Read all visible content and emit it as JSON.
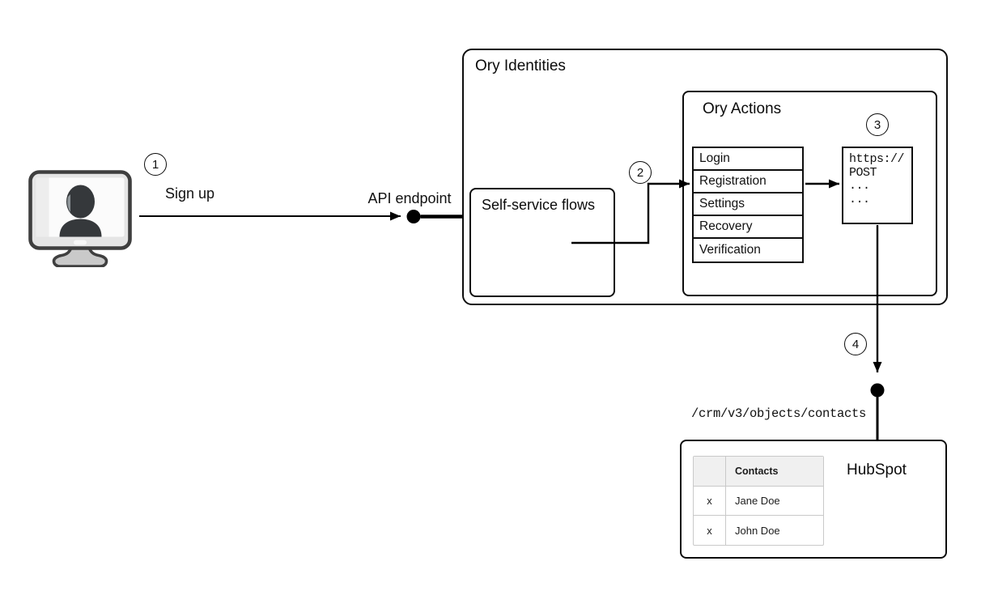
{
  "diagram": {
    "steps": {
      "s1": "1",
      "s2": "2",
      "s3": "3",
      "s4": "4"
    },
    "client": {
      "action_label": "Sign up"
    },
    "api_endpoint_label": "API endpoint",
    "ory_identities": {
      "title": "Ory Identities",
      "self_service": {
        "title": "Self-service flows"
      },
      "ory_actions": {
        "title": "Ory Actions",
        "flows": [
          "Login",
          "Registration",
          "Settings",
          "Recovery",
          "Verification"
        ],
        "webhook_code": {
          "lines": [
            "https://",
            "POST",
            "...",
            "..."
          ]
        }
      }
    },
    "crm_path": "/crm/v3/objects/contacts",
    "hubspot": {
      "title": "HubSpot",
      "contacts_table": {
        "header": [
          "",
          "Contacts"
        ],
        "rows": [
          [
            "x",
            "Jane Doe"
          ],
          [
            "x",
            "John Doe"
          ]
        ]
      }
    },
    "colors": {
      "line": "#000000",
      "box_border": "#0d0d0d",
      "table_border": "#c9c9c9",
      "table_header_bg": "#f0f0f0",
      "monitor_body": "#e5e5e5",
      "monitor_outline": "#3f3f3f",
      "silhouette": "#35383b",
      "stand": "#c9c9c9"
    }
  }
}
